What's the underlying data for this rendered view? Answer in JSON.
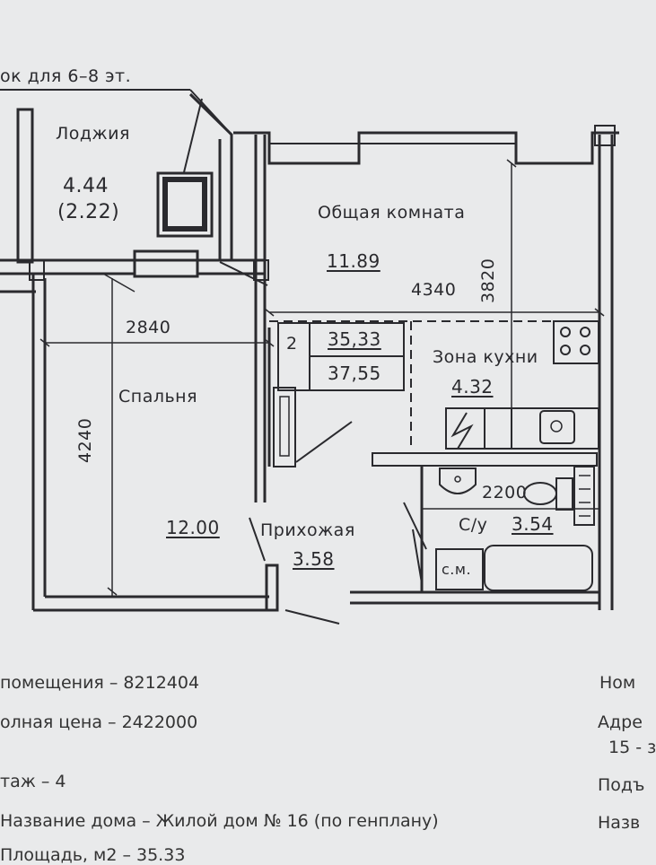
{
  "plan": {
    "note": "ок для 6–8 эт.",
    "rooms": {
      "loggia": {
        "name": "Лоджия",
        "area": "4.44",
        "area_reduced": "(2.22)"
      },
      "living": {
        "name": "Общая комната",
        "area": "11.89"
      },
      "kitchen": {
        "name": "Зона кухни",
        "area": "4.32"
      },
      "bedroom": {
        "name": "Спальня",
        "area": "12.00"
      },
      "hall": {
        "name": "Прихожая",
        "area": "3.58"
      },
      "bathroom": {
        "name": "С/у",
        "area": "3.54"
      }
    },
    "dimensions": {
      "living_width": "4340",
      "living_depth": "3820",
      "bedroom_width": "2840",
      "bedroom_depth": "4240",
      "bath_width": "2200"
    },
    "stamp": {
      "rooms": "2",
      "area_living": "35,33",
      "area_total": "37,55"
    },
    "washer": "с.м."
  },
  "info": {
    "left": [
      "помещения – 8212404",
      "олная цена – 2422000",
      "таж – 4",
      "Название дома – Жилой дом № 16 (по генплану)",
      "Площадь, м2 – 35.33"
    ],
    "right": [
      "Ном",
      "Адре",
      "15 - з",
      "Подъ",
      "Назв"
    ]
  },
  "colors": {
    "paper": "#e9eaeb",
    "ink": "#2a2a2e"
  }
}
